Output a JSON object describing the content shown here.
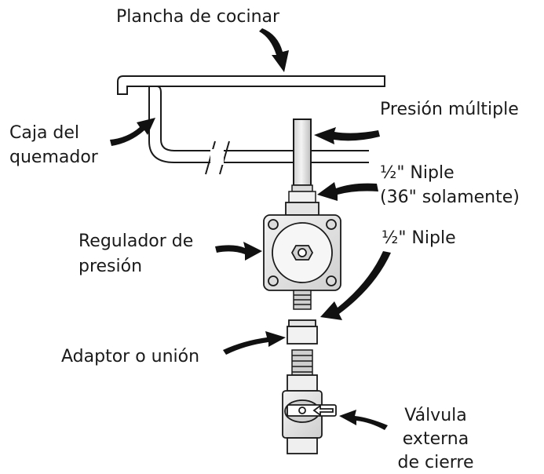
{
  "labels": {
    "cooktop": "Plancha de cocinar",
    "burner_box_1": "Caja del",
    "burner_box_2": "quemador",
    "manifold_pressure": "Presión múltiple",
    "nipple_36_1": "½\" Niple",
    "nipple_36_2": "(36\" solamente)",
    "regulator_1": "Regulador de",
    "regulator_2": "presión",
    "nipple": "½\" Niple",
    "adaptor": "Adaptor o unión",
    "valve_1": "Válvula",
    "valve_2": "externa",
    "valve_3": "de cierre"
  },
  "colors": {
    "ink": "#1a1a1a",
    "part_fill": "#e9e9e9",
    "part_shade": "#c8c8c8",
    "arrow": "#111111"
  }
}
